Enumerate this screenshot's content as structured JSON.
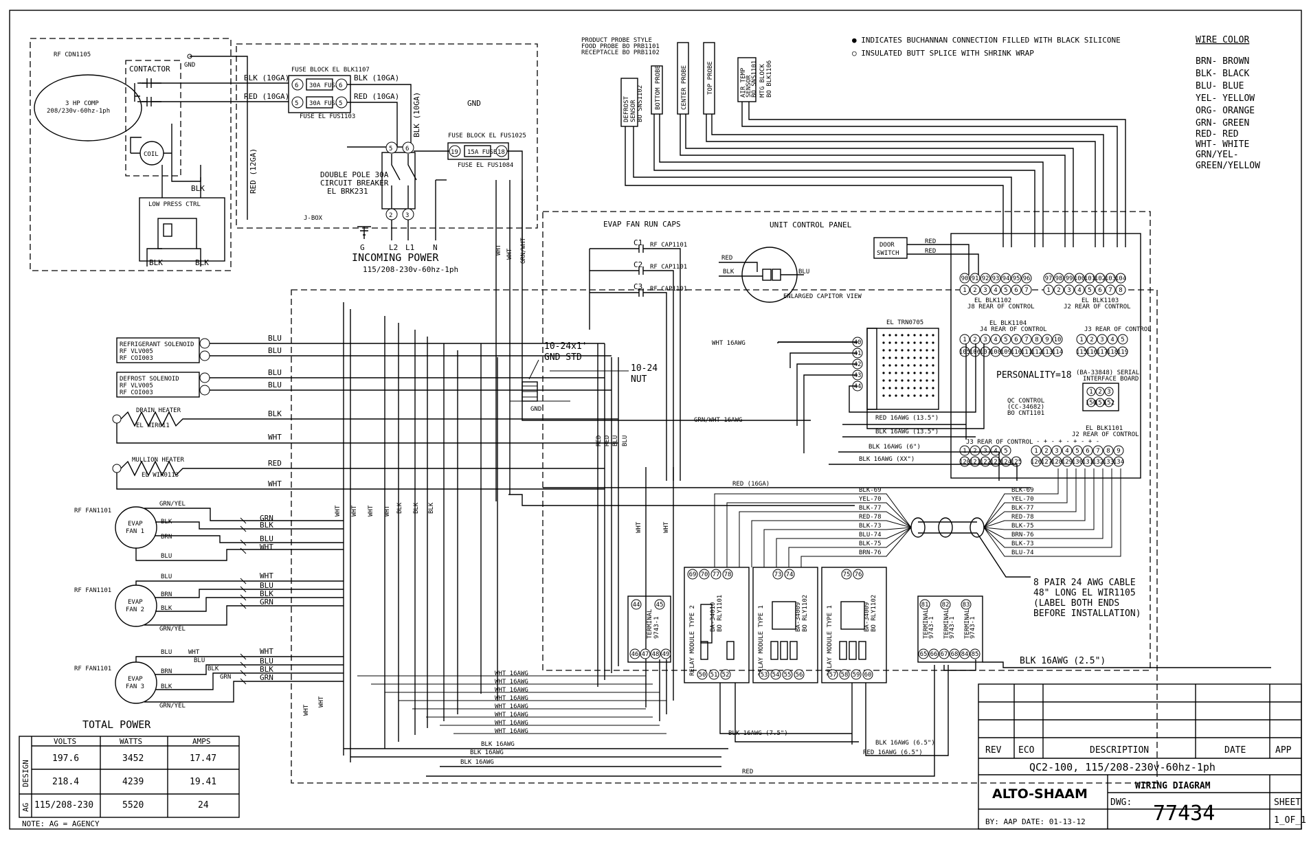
{
  "notes": {
    "note1": "● INDICATES BUCHANNAN CONNECTION FILLED WITH BLACK SILICONE",
    "note2": "○ INSULATED BUTT SPLICE WITH SHRINK WRAP"
  },
  "wire_color": {
    "title": "WIRE COLOR",
    "entries": [
      "BRN- BROWN",
      "BLK- BLACK",
      "BLU- BLUE",
      "YEL- YELLOW",
      "ORG- ORANGE",
      "GRN- GREEN",
      "RED- RED",
      "WHT- WHITE",
      "GRN/YEL-",
      "GREEN/YELLOW"
    ]
  },
  "compressor": {
    "rf": "RF CDN1105",
    "name1": "3 HP COMP",
    "name2": "208/230v-60hz-1ph",
    "contactor": "CONTACTOR",
    "coil": "COIL",
    "gnd": "GND",
    "low_press": "LOW PRESS CTRL",
    "blk_a": "BLK",
    "blk_b": "BLK",
    "blk_c": "BLK"
  },
  "fuse_block1": {
    "title": "FUSE BLOCK EL BLK1107",
    "fuse": "30A FUSE",
    "sub": "FUSE EL FUS1103",
    "wire_blk_in": "BLK (10GA)",
    "wire_red_in": "RED (10GA)",
    "wire_blk_out": "BLK (10GA)",
    "wire_red_out": "RED (10GA)",
    "t6": "6",
    "t5": "5",
    "red12": "RED (12GA)",
    "blk10v": "BLK (10GA)"
  },
  "fuse_block2": {
    "title": "FUSE BLOCK EL FUS1025",
    "fuse": "15A FUSE",
    "sub": "FUSE EL FUS1084",
    "t19": "19",
    "t18": "18"
  },
  "breaker": {
    "line1": "DOUBLE POLE 30A",
    "line2": "CIRCUIT BREAKER",
    "line3": "EL BRK231",
    "t5": "5",
    "t6": "6",
    "t2": "2",
    "t3": "3"
  },
  "jbox": {
    "label": "J-BOX",
    "gnd": "GND",
    "g": "G",
    "l2": "L2",
    "l1": "L1",
    "n": "N",
    "incoming": "INCOMING POWER",
    "incoming_spec": "115/208-230v-60hz-1ph"
  },
  "probes": {
    "style1": "PRODUCT PROBE STYLE",
    "style2": "FOOD PROBE BO PRB1101",
    "style3": "RECEPTACLE BO PRB1102",
    "defrost": [
      "DEFROST",
      "SENSOR",
      "BO SNS1102"
    ],
    "bottom": "BOTTOM PROBE",
    "center": "CENTER PROBE",
    "top": "TOP PROBE",
    "air": [
      "AIR TEMP",
      "SENSOR",
      "BO SNS1101"
    ],
    "mtg": [
      "MTG BLOCK",
      "BO BLK1106"
    ],
    "wht": "WHT",
    "blk": "BLK"
  },
  "evap_caps": {
    "title": "EVAP FAN RUN CAPS",
    "c1": "C1",
    "c2": "C2",
    "c3": "C3",
    "cap": "RF CAP1101"
  },
  "capacitor_view": {
    "red": "RED",
    "blk": "BLK",
    "blu": "BLU",
    "label": "ENLARGED CAPITOR VIEW"
  },
  "control_panel": {
    "title": "UNIT CONTROL PANEL",
    "door1": "DOOR",
    "door2": "SWITCH",
    "red": "RED",
    "j8_pins": [
      "90",
      "91",
      "92",
      "93",
      "94",
      "95",
      "96"
    ],
    "j8_nums": [
      "1",
      "2",
      "3",
      "4",
      "5",
      "6",
      "7"
    ],
    "j8_label1": "EL BLK1102",
    "j8_label2": "J8 REAR OF CONTROL",
    "j2_pins": [
      "97",
      "98",
      "99",
      "100",
      "101",
      "102",
      "103",
      "104"
    ],
    "j2_nums": [
      "1",
      "2",
      "3",
      "4",
      "5",
      "6",
      "7",
      "8"
    ],
    "j2_label1": "EL BLK1103",
    "j2_label2": "J2 REAR OF CONTROL",
    "j4_label1": "EL BLK1104",
    "j4_label2": "J4 REAR OF CONTROL",
    "j4_nums": [
      "1",
      "2",
      "3",
      "4",
      "5",
      "6",
      "7",
      "8",
      "9",
      "10"
    ],
    "j4_pins": [
      "105",
      "106",
      "107",
      "108",
      "109",
      "110",
      "111",
      "112",
      "113",
      "114"
    ],
    "j3_label": "J3 REAR OF CONTROL",
    "j3_nums": [
      "1",
      "2",
      "3",
      "4",
      "5"
    ],
    "j3_pins": [
      "115",
      "116",
      "117",
      "118",
      "119"
    ],
    "personality": "PERSONALITY=18",
    "serial1": "(BA-33848) SERIAL",
    "serial2": "INTERFACE BOARD",
    "serial_nums": [
      "1",
      "2",
      "3"
    ],
    "serial_pins": [
      "150",
      "151",
      "152"
    ],
    "qc1": "QC CONTROL",
    "qc2": "(CC-34682)",
    "qc3": "BO CNT1101",
    "trn": "EL TRN0705",
    "trn_pins": [
      "40",
      "41",
      "42",
      "43",
      "44"
    ],
    "j3b_label": "J3 REAR OF CONTROL",
    "j3b_nums": [
      "1",
      "2",
      "3",
      "4",
      "5"
    ],
    "j3b_pins": [
      "120",
      "121",
      "122",
      "123",
      "124",
      "125"
    ],
    "j2b_label1": "EL BLK1101",
    "j2b_label2": "J2 REAR OF CONTROL",
    "j2b_nums": [
      "1",
      "2",
      "3",
      "4",
      "5",
      "6",
      "7",
      "8",
      "9"
    ],
    "j2b_pins": [
      "126",
      "127",
      "128",
      "129",
      "130",
      "131",
      "132",
      "133",
      "134"
    ],
    "wht": "WHT",
    "blk": "BLK"
  },
  "gnd_stud": {
    "stud1": "10-24x1'",
    "stud2": "GND STD",
    "nut1": "10-24",
    "nut2": "NUT",
    "gnd": "GND"
  },
  "loads": {
    "ref_sol": [
      "REFRIGERANT SOLENOID",
      "RF VLV005",
      "RF COI003"
    ],
    "def_sol": [
      "DEFROST SOLENOID",
      "RF VLV005",
      "RF COI003"
    ],
    "drain": [
      "DRAIN HEATER",
      "EL WIR011"
    ],
    "mullion": [
      "MULLION HEATER",
      "EL WIR0113"
    ],
    "blu": "BLU",
    "blk": "BLK",
    "wht": "WHT",
    "red": "RED"
  },
  "fans": {
    "rf": "RF FAN1101",
    "fan1": [
      "EVAP",
      "FAN 1"
    ],
    "fan2": [
      "EVAP",
      "FAN 2"
    ],
    "fan3": [
      "EVAP",
      "FAN 3"
    ],
    "grnyel": "GRN/YEL",
    "blk": "BLK",
    "brn": "BRN",
    "blu": "BLU",
    "grn": "GRN",
    "wht": "WHT"
  },
  "wire_labels": {
    "wht16": "WHT 16AWG",
    "grnwht16": "GRN/WHT 16AWG",
    "red16_135": "RED 16AWG (13.5\")",
    "blk16_135": "BLK 16AWG (13.5\")",
    "blk16_6": "BLK 16AWG (6\")",
    "blk16_xx": "BLK 16AWG (XX\")",
    "red16ga": "RED (16GA)",
    "blk16": "BLK 16AWG",
    "blk16_75": "BLK 16AWG (7.5\")",
    "blk16_65": "BLK 16AWG (6.5\")",
    "red16_65": "RED 16AWG (6.5\")",
    "blk16_25": "BLK 16AWG (2.5\")",
    "red": "RED",
    "wht": "WHT",
    "blk": "BLK",
    "blu": "BLU",
    "grnwht": "GRN/WHT"
  },
  "harness": {
    "left": [
      "BLK-69",
      "YEL-70",
      "BLK-77",
      "RED-78",
      "BLK-73",
      "BLU-74",
      "BLK-75",
      "BRN-76"
    ],
    "right": [
      "BLK-69",
      "YEL-70",
      "BLK-77",
      "RED-78",
      "BLK-75",
      "BRN-76",
      "BLK-73",
      "BLU-74"
    ],
    "cable": [
      "8 PAIR 24 AWG CABLE",
      "48\" LONG  EL WIR1105",
      "(LABEL BOTH ENDS",
      "BEFORE INSTALLATION)"
    ]
  },
  "relays": {
    "r1_type": "RELAY MODULE TYPE 2",
    "r1_part": [
      "BA-34010",
      "BO RLY1101"
    ],
    "r1_top": [
      "69",
      "70",
      "77",
      "78"
    ],
    "r1_bot": [
      "50",
      "51",
      "52"
    ],
    "r2_type": "RELAY MODULE TYPE 1",
    "r2_part": [
      "BA-34009",
      "BO RLY1102"
    ],
    "r2_top": [
      "73",
      "74"
    ],
    "r2_bot": [
      "53",
      "54",
      "55",
      "56"
    ],
    "r3_type": "RELAY MODULE TYPE 1",
    "r3_part": [
      "BA-34009",
      "BO RLY1102"
    ],
    "r3_top": [
      "75",
      "76"
    ],
    "r3_bot": [
      "57",
      "58",
      "59",
      "60"
    ]
  },
  "terminals": {
    "tb1_top": [
      "44",
      "45"
    ],
    "tb1_bot": [
      "46",
      "47",
      "48",
      "49"
    ],
    "tb1_label": [
      "TERMINAL",
      "9743-1"
    ],
    "tb2_top": [
      "81",
      "82",
      "83"
    ],
    "tb2_bot": [
      "65",
      "66",
      "67",
      "68",
      "84",
      "85"
    ],
    "tb2_label": [
      "TERMINAL",
      "9743-1"
    ]
  },
  "power_table": {
    "title": "TOTAL POWER",
    "headers": [
      "VOLTS",
      "WATTS",
      "AMPS"
    ],
    "side_design": "DESIGN",
    "side_ag": "AG",
    "rows": [
      [
        "197.6",
        "3452",
        "17.47"
      ],
      [
        "218.4",
        "4239",
        "19.41"
      ],
      [
        "115/208-230",
        "5520",
        "24"
      ]
    ],
    "note": "NOTE: AG = AGENCY"
  },
  "title_block": {
    "rev": "REV",
    "eco": "ECO",
    "desc": "DESCRIPTION",
    "date": "DATE",
    "app": "APP",
    "model": "QC2-100, 115/208-230v-60hz-1ph",
    "brand": "ALTO-SHAAM",
    "drawing": "WIRING DIAGRAM",
    "dwg_label": "DWG:",
    "dwg_no": "77434",
    "sheet_label": "SHEET",
    "sheet_no": "1_OF_1",
    "by": "BY:  AAP DATE: 01-13-12"
  }
}
